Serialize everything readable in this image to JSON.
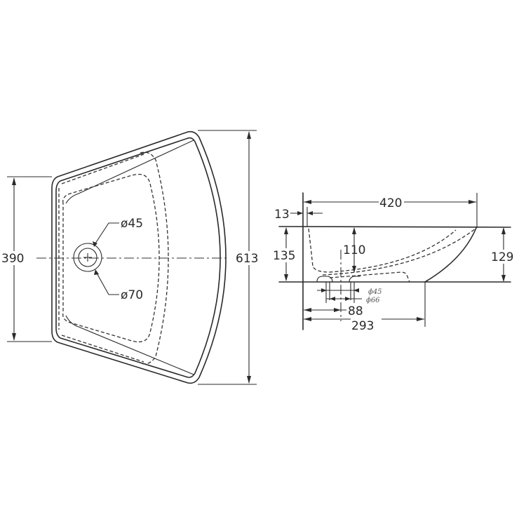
{
  "diagram": {
    "type": "technical-drawing",
    "subject": "corner wash basin",
    "line_color": "#2a2a2a",
    "background": "#ffffff"
  },
  "plan_view": {
    "width_left_label": "390",
    "length_right_label": "613",
    "drain_inner_label": "ø45",
    "drain_outer_label": "ø70"
  },
  "side_view": {
    "overall_length_label": "420",
    "rim_thickness_label": "13",
    "overall_height_label": "135",
    "bowl_depth_label": "110",
    "right_height_label": "129",
    "drain_inner_label": "ϕ45",
    "drain_outer_label": "ϕ66",
    "drain_offset_label": "88",
    "base_length_label": "293"
  }
}
